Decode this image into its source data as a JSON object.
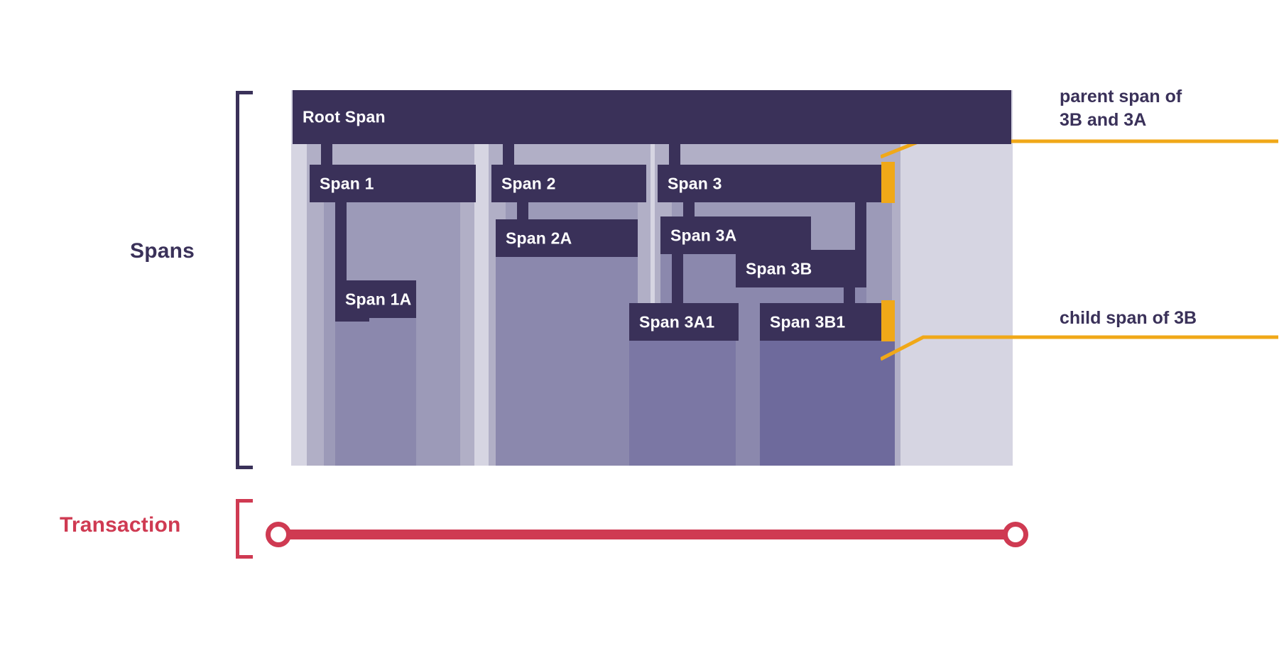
{
  "title": "Transaction and spans hierarchy diagram",
  "sections": {
    "spans_label": "Spans",
    "transaction_label": "Transaction"
  },
  "colors": {
    "span_bar": "#3a3159",
    "transaction": "#cf3a52",
    "marker": "#f0a818",
    "container": "#d6d5e2"
  },
  "spans": {
    "root": {
      "label": "Root Span"
    },
    "span1": {
      "label": "Span 1"
    },
    "span1a": {
      "label": "Span 1A"
    },
    "span2": {
      "label": "Span 2"
    },
    "span2a": {
      "label": "Span 2A"
    },
    "span3": {
      "label": "Span 3"
    },
    "span3a": {
      "label": "Span 3A"
    },
    "span3a1": {
      "label": "Span 3A1"
    },
    "span3b": {
      "label": "Span 3B"
    },
    "span3b1": {
      "label": "Span 3B1"
    }
  },
  "annotations": {
    "parent": {
      "text": "parent span of\n3B and 3A",
      "target": "Span 3"
    },
    "child": {
      "text": "child span of 3B",
      "target": "Span 3B1"
    }
  },
  "chart_data": {
    "type": "table",
    "title": "Transaction and spans hierarchy diagram",
    "hierarchy": [
      {
        "name": "Root Span",
        "parent": null,
        "depth": 0
      },
      {
        "name": "Span 1",
        "parent": "Root Span",
        "depth": 1
      },
      {
        "name": "Span 1A",
        "parent": "Span 1",
        "depth": 2
      },
      {
        "name": "Span 2",
        "parent": "Root Span",
        "depth": 1
      },
      {
        "name": "Span 2A",
        "parent": "Span 2",
        "depth": 2
      },
      {
        "name": "Span 3",
        "parent": "Root Span",
        "depth": 1
      },
      {
        "name": "Span 3A",
        "parent": "Span 3",
        "depth": 2
      },
      {
        "name": "Span 3A1",
        "parent": "Span 3A",
        "depth": 3
      },
      {
        "name": "Span 3B",
        "parent": "Span 3",
        "depth": 2
      },
      {
        "name": "Span 3B1",
        "parent": "Span 3B",
        "depth": 3
      }
    ]
  }
}
